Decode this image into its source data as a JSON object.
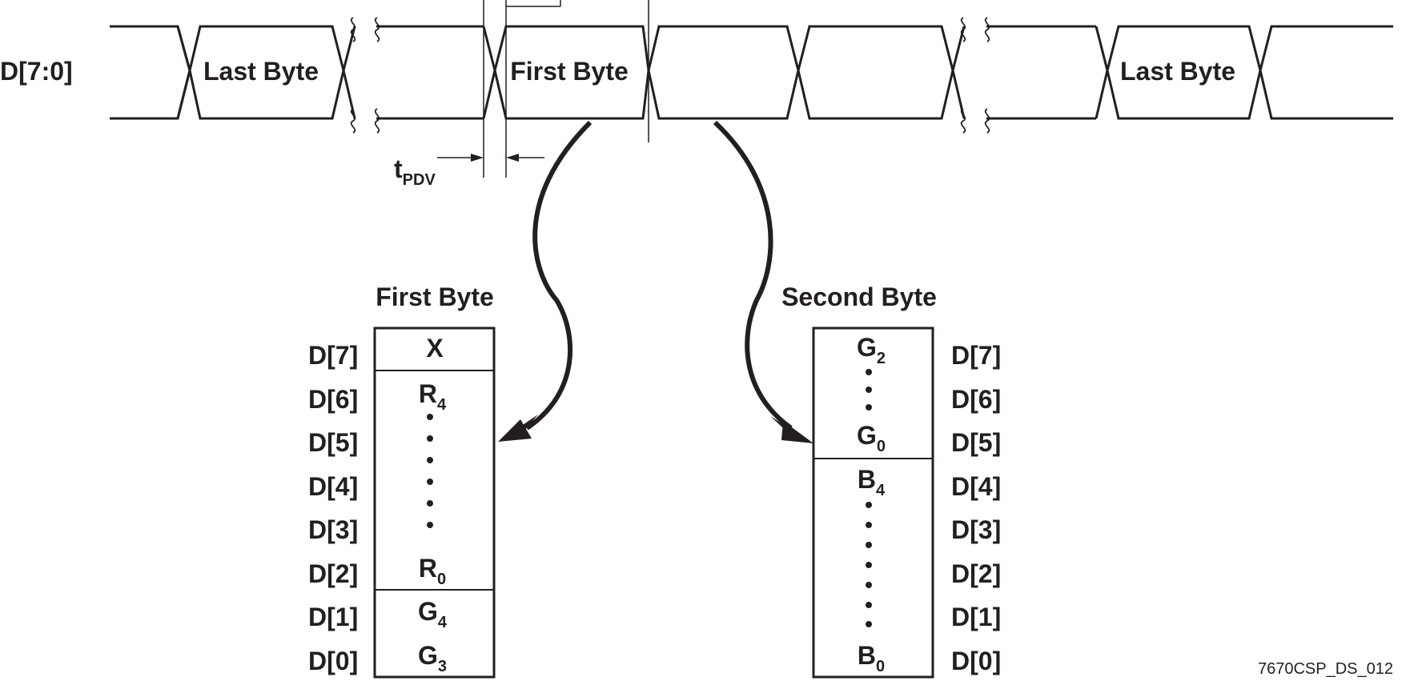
{
  "bus": {
    "signal_label": "D[7:0]",
    "segments": [
      "Last Byte",
      "First Byte",
      "",
      "",
      "Last Byte"
    ]
  },
  "timing": {
    "param_main": "t",
    "param_sub": "PDV"
  },
  "first_byte": {
    "title": "First Byte",
    "pin_labels": [
      "D[7]",
      "D[6]",
      "D[5]",
      "D[4]",
      "D[3]",
      "D[2]",
      "D[1]",
      "D[0]"
    ],
    "cells": [
      {
        "main": "X",
        "sub": ""
      },
      {
        "main": "R",
        "sub": "4"
      },
      {
        "main": "R",
        "sub": "0"
      },
      {
        "main": "G",
        "sub": "4"
      },
      {
        "main": "G",
        "sub": "3"
      }
    ]
  },
  "second_byte": {
    "title": "Second Byte",
    "pin_labels": [
      "D[7]",
      "D[6]",
      "D[5]",
      "D[4]",
      "D[3]",
      "D[2]",
      "D[1]",
      "D[0]"
    ],
    "cells": [
      {
        "main": "G",
        "sub": "2"
      },
      {
        "main": "G",
        "sub": "0"
      },
      {
        "main": "B",
        "sub": "4"
      },
      {
        "main": "B",
        "sub": "0"
      }
    ]
  },
  "figure_id": "7670CSP_DS_012"
}
